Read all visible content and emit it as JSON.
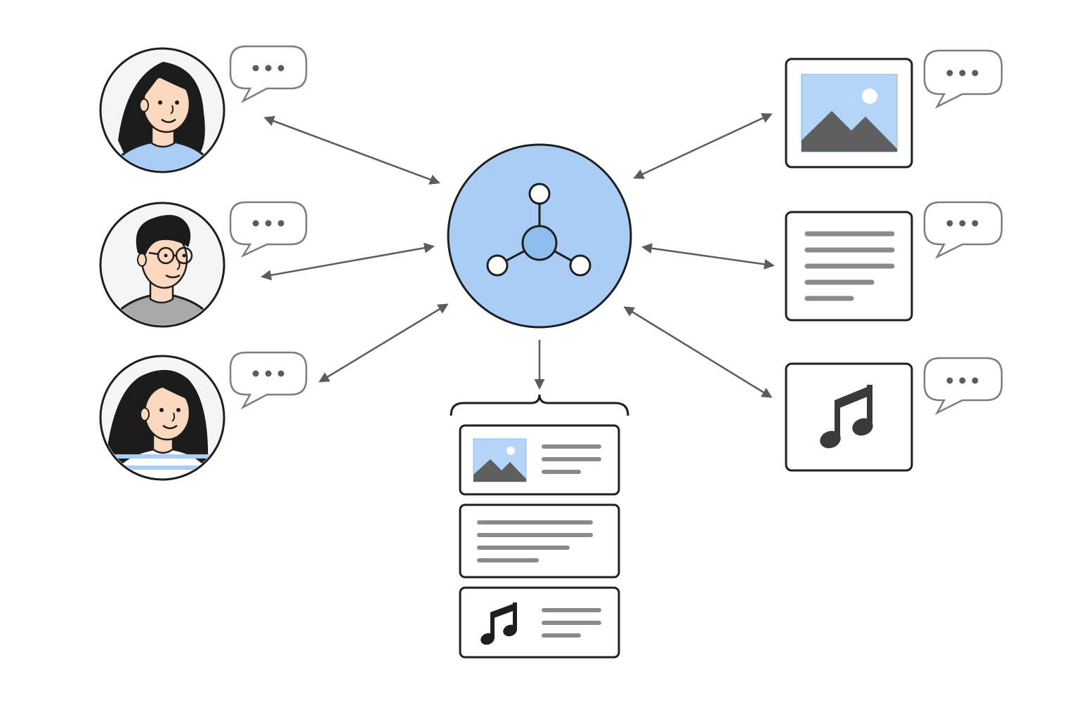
{
  "colors": {
    "outline": "#1e1e1e",
    "accent_blue": "#a9cdf4",
    "accent_blue_dark": "#8fbdf0",
    "photo_blue": "#b4d4f8",
    "gray": "#8a8a8a",
    "mountain_gray": "#5f5f5f",
    "arrow_gray": "#5c5c5c",
    "bubble_stroke": "#7d7d7d",
    "skin": "#fbd9c0",
    "hair": "#1b1b1b",
    "shirt_gray": "#a8a8a8",
    "avatar_bg": "#f5f5f5"
  },
  "hub": {
    "icon": "network-hub-icon"
  },
  "users": [
    {
      "id": "woman-long-hair",
      "shirt": "blue"
    },
    {
      "id": "man-glasses",
      "shirt": "gray"
    },
    {
      "id": "woman-striped-shirt",
      "shirt": "striped"
    }
  ],
  "media": [
    {
      "id": "image",
      "icon": "image-icon"
    },
    {
      "id": "document",
      "icon": "document-lines-icon"
    },
    {
      "id": "audio",
      "icon": "music-note-icon"
    }
  ],
  "speech_bubbles": {
    "icon": "ellipsis-speech-bubble-icon",
    "count": 6
  },
  "output_stack": [
    {
      "id": "image-card",
      "icon": "image-icon",
      "text_lines": 3
    },
    {
      "id": "text-card",
      "text_lines": 4
    },
    {
      "id": "audio-card",
      "icon": "music-note-icon",
      "text_lines": 3
    }
  ]
}
